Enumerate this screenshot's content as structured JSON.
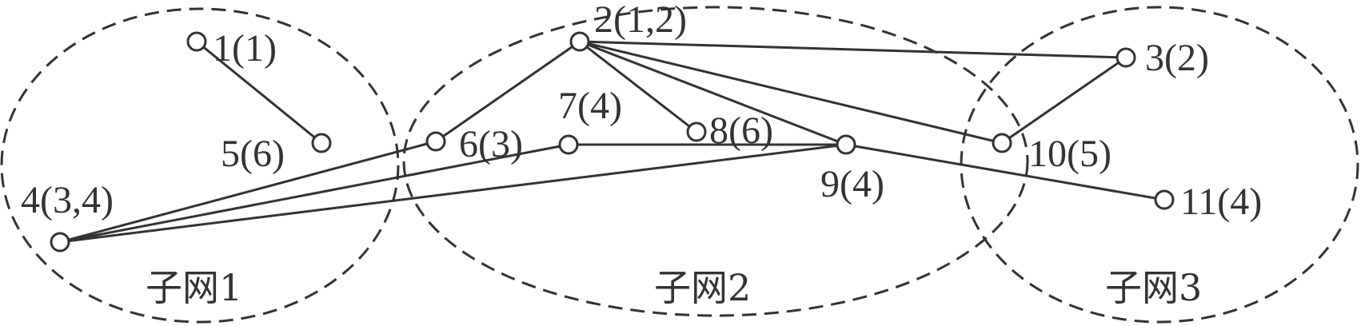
{
  "subnets": [
    {
      "id": "s1",
      "label": "子网1"
    },
    {
      "id": "s2",
      "label": "子网2"
    },
    {
      "id": "s3",
      "label": "子网3"
    }
  ],
  "nodes": [
    {
      "id": "1",
      "label": "1(1)"
    },
    {
      "id": "2",
      "label": "2(1,2)"
    },
    {
      "id": "3",
      "label": "3(2)"
    },
    {
      "id": "4",
      "label": "4(3,4)"
    },
    {
      "id": "5",
      "label": "5(6)"
    },
    {
      "id": "6",
      "label": "6(3)"
    },
    {
      "id": "7",
      "label": "7(4)"
    },
    {
      "id": "8",
      "label": "8(6)"
    },
    {
      "id": "9",
      "label": "9(4)"
    },
    {
      "id": "10",
      "label": "10(5)"
    },
    {
      "id": "11",
      "label": "11(4)"
    }
  ],
  "edges": [
    {
      "from": "1",
      "to": "5"
    },
    {
      "from": "2",
      "to": "6"
    },
    {
      "from": "2",
      "to": "3"
    },
    {
      "from": "2",
      "to": "8"
    },
    {
      "from": "2",
      "to": "9"
    },
    {
      "from": "2",
      "to": "10"
    },
    {
      "from": "3",
      "to": "10"
    },
    {
      "from": "4",
      "to": "6"
    },
    {
      "from": "4",
      "to": "7"
    },
    {
      "from": "4",
      "to": "9"
    },
    {
      "from": "7",
      "to": "9"
    },
    {
      "from": "9",
      "to": "11"
    }
  ]
}
